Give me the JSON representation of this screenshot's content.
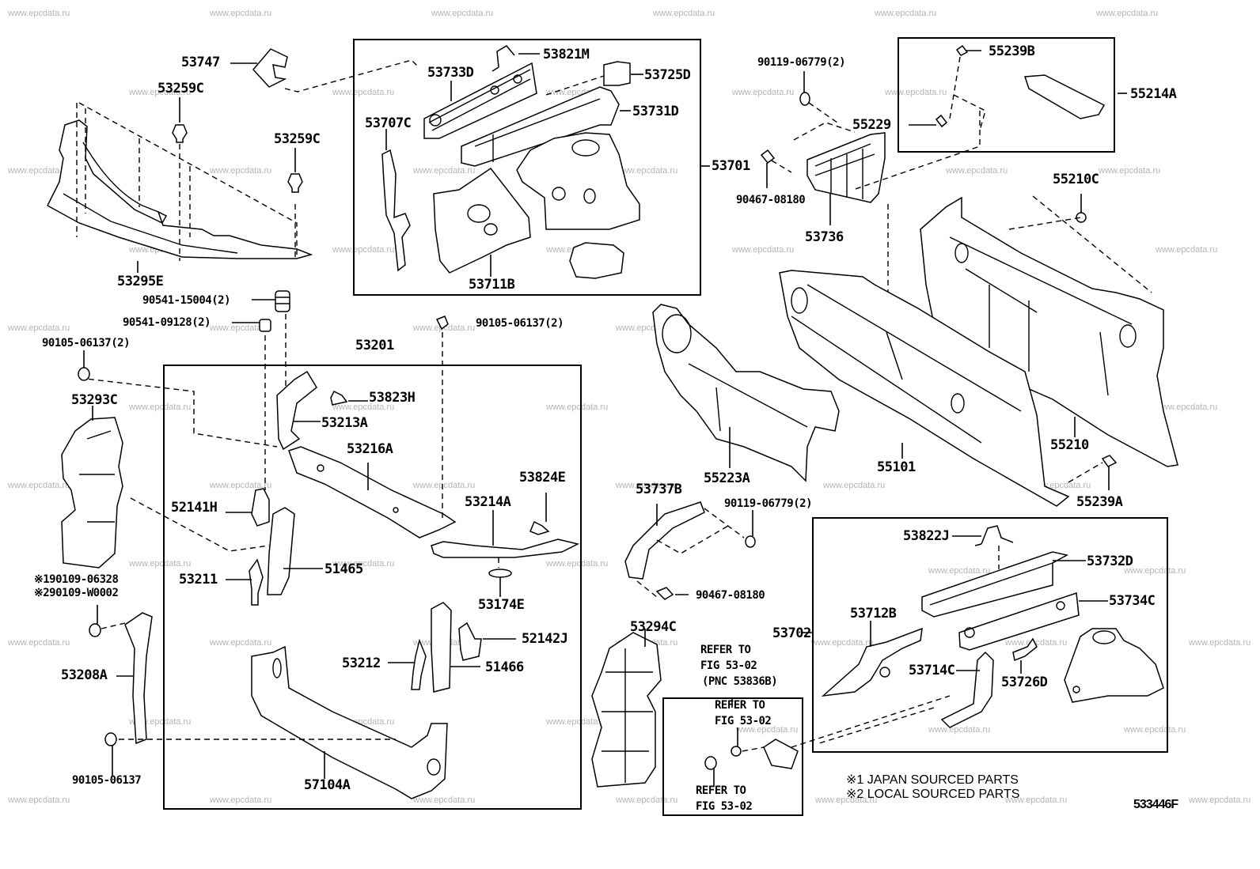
{
  "diagram": {
    "figure_id": "533446F",
    "watermark": "www.epcdata.ru",
    "notes": [
      "※1  JAPAN SOURCED PARTS",
      "※2  LOCAL SOURCED PARTS"
    ],
    "labels": {
      "p53747": "53747",
      "p53259c_a": "53259C",
      "p53259c_b": "53259C",
      "p53295e": "53295E",
      "p90541_15004": "90541-15004(2)",
      "p90541_09128": "90541-09128(2)",
      "p90105_06137_l": "90105-06137(2)",
      "p53293c": "53293C",
      "p90109_06328": "※190109-06328",
      "p90109_w0002": "※290109-W0002",
      "p53208a": "53208A",
      "p90105_06137_b": "90105-06137",
      "p53821m": "53821M",
      "p53733d": "53733D",
      "p53725d": "53725D",
      "p53731d": "53731D",
      "p53707c": "53707C",
      "p53711b": "53711B",
      "p53701": "53701",
      "p90105_06137_r": "90105-06137(2)",
      "p53201": "53201",
      "p53823h": "53823H",
      "p53213a": "53213A",
      "p53216a": "53216A",
      "p53824e": "53824E",
      "p52141h": "52141H",
      "p53214a": "53214A",
      "p53211": "53211",
      "p51465": "51465",
      "p53174e": "53174E",
      "p52142j": "52142J",
      "p53212": "53212",
      "p51466": "51466",
      "p57104a": "57104A",
      "p90119_06779_t": "90119-06779(2)",
      "p90467_08180_t": "90467-08180",
      "p53736": "53736",
      "p55239b": "55239B",
      "p55214a": "55214A",
      "p55229": "55229",
      "p55210c": "55210C",
      "p55223a": "55223A",
      "p55101": "55101",
      "p55210": "55210",
      "p55239a": "55239A",
      "p53737b": "53737B",
      "p90119_06779_b": "90119-06779(2)",
      "p90467_08180_b": "90467-08180",
      "p53294c": "53294C",
      "p53702": "53702",
      "p53822j": "53822J",
      "p53732d": "53732D",
      "p53734c": "53734C",
      "p53712b": "53712B",
      "p53714c": "53714C",
      "p53726d": "53726D"
    },
    "refer_notes": {
      "refer_a_line1": "REFER TO",
      "refer_a_line2": "FIG 53-02",
      "refer_a_line3": "(PNC 53836B)",
      "refer_b_line1": "REFER TO",
      "refer_b_line2": "FIG 53-02",
      "refer_c_line1": "REFER TO",
      "refer_c_line2": "FIG 53-02"
    }
  }
}
